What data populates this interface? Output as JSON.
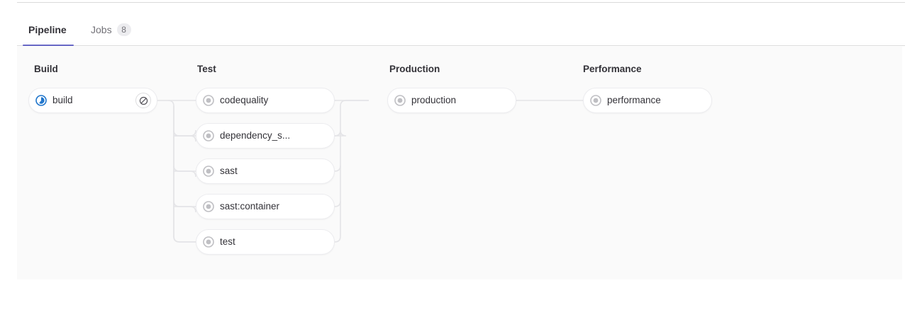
{
  "tabs": [
    {
      "id": "pipeline",
      "label": "Pipeline",
      "active": true
    },
    {
      "id": "jobs",
      "label": "Jobs",
      "active": false,
      "badge": "8"
    }
  ],
  "colors": {
    "tab_active_underline": "#6666c4",
    "tab_active_text": "#333238",
    "tab_inactive_text": "#737278",
    "panel_background": "#fafafa",
    "node_border": "#ececef",
    "connector": "#e4e4e7",
    "status_running": "#1f75cb",
    "status_created": "#989699"
  },
  "pipeline": {
    "stages": [
      {
        "name": "Build",
        "jobs": [
          {
            "name": "build",
            "status": "running",
            "status_icon": "status-running-icon",
            "action": {
              "name": "cancel-job-button",
              "icon": "cancel-icon",
              "title": "Cancel"
            }
          }
        ]
      },
      {
        "name": "Test",
        "jobs": [
          {
            "name": "codequality",
            "status": "created",
            "status_icon": "status-created-icon"
          },
          {
            "name": "dependency_s...",
            "status": "created",
            "status_icon": "status-created-icon"
          },
          {
            "name": "sast",
            "status": "created",
            "status_icon": "status-created-icon"
          },
          {
            "name": "sast:container",
            "status": "created",
            "status_icon": "status-created-icon"
          },
          {
            "name": "test",
            "status": "created",
            "status_icon": "status-created-icon"
          }
        ]
      },
      {
        "name": "Production",
        "jobs": [
          {
            "name": "production",
            "status": "created",
            "status_icon": "status-created-icon"
          }
        ]
      },
      {
        "name": "Performance",
        "jobs": [
          {
            "name": "performance",
            "status": "created",
            "status_icon": "status-created-icon"
          }
        ]
      }
    ]
  }
}
